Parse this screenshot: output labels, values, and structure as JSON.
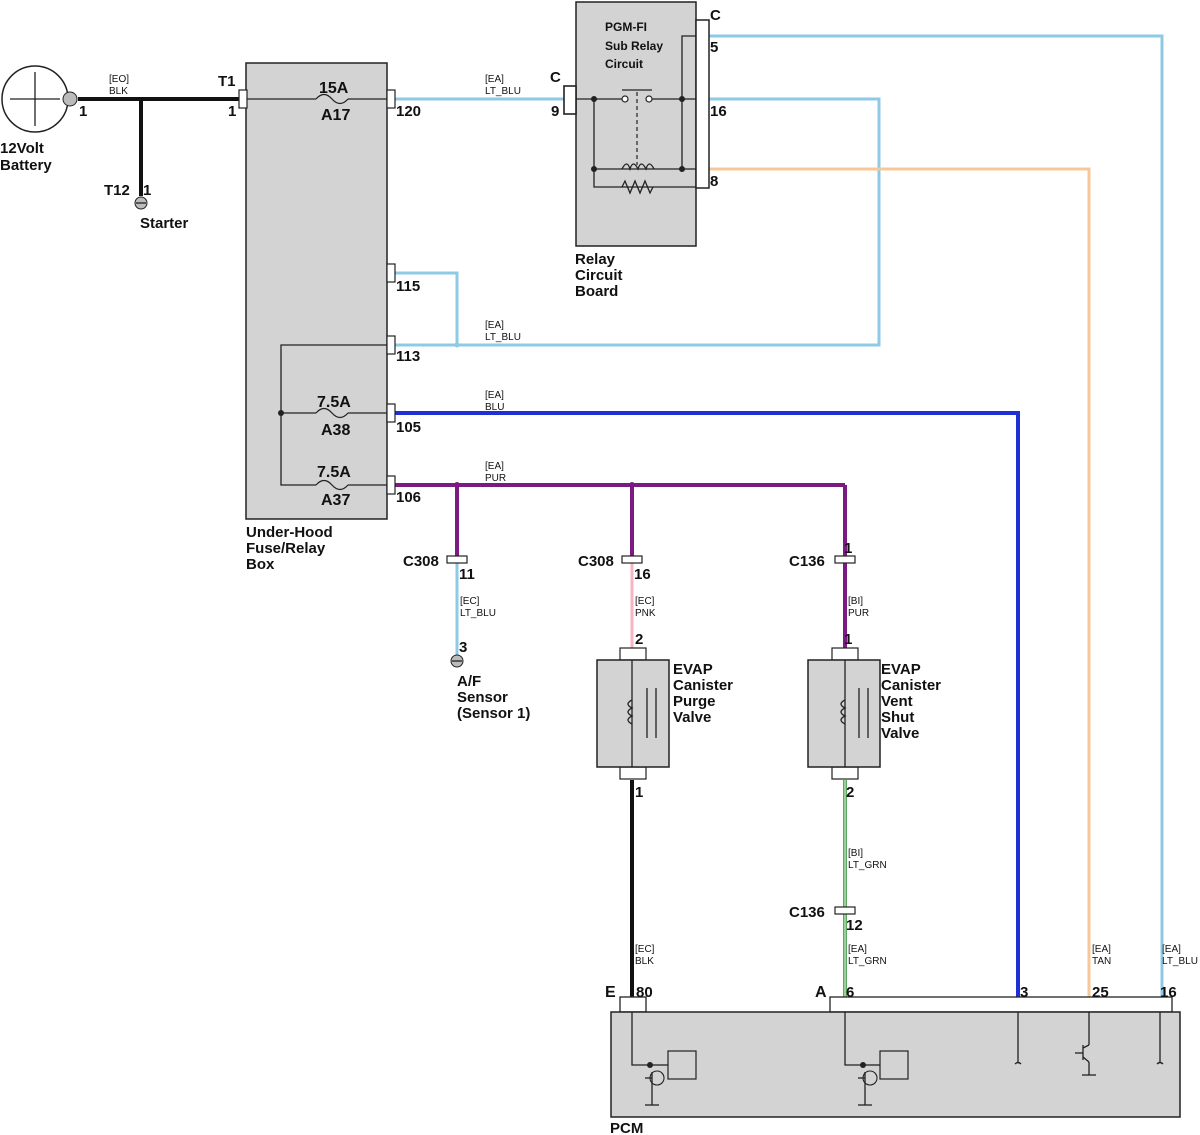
{
  "colors": {
    "blk": "#111111",
    "lt_blu": "#8ecae6",
    "blu": "#1f2fd6",
    "pur": "#7a1a82",
    "pnk": "#f4b6c2",
    "tan": "#f7c79a",
    "lt_grn": "#5fa85f",
    "box_fill": "#d3d3d3"
  },
  "battery": {
    "name_line1": "12Volt",
    "name_line2": "Battery",
    "pin": "1"
  },
  "starter": {
    "connector": "T12",
    "pin": "1",
    "name": "Starter"
  },
  "wire_eo_blk": {
    "harness": "[EO]",
    "color": "BLK"
  },
  "fuse_box": {
    "name_line1": "Under-Hood",
    "name_line2": "Fuse/Relay",
    "name_line3": "Box",
    "connector_t1": "T1",
    "pin_t1": "1",
    "fuses": [
      {
        "rating": "15A",
        "id": "A17"
      },
      {
        "rating": "7.5A",
        "id": "A38"
      },
      {
        "rating": "7.5A",
        "id": "A37"
      }
    ],
    "pins": [
      "120",
      "115",
      "113",
      "105",
      "106"
    ]
  },
  "relay_board": {
    "title_line1": "PGM-FI",
    "title_line2": "Sub Relay",
    "title_line3": "Circuit",
    "name_line1": "Relay",
    "name_line2": "Circuit",
    "name_line3": "Board",
    "connector_left": "C",
    "connector_right": "C",
    "pins": {
      "left": "9",
      "top_right": "5",
      "mid_right": "16",
      "low_right": "8"
    }
  },
  "wires": {
    "w120": {
      "harness": "[EA]",
      "color": "LT_BLU"
    },
    "w113": {
      "harness": "[EA]",
      "color": "LT_BLU"
    },
    "w105": {
      "harness": "[EA]",
      "color": "BLU"
    },
    "w106": {
      "harness": "[EA]",
      "color": "PUR"
    },
    "af": {
      "harness": "[EC]",
      "color": "LT_BLU"
    },
    "purge_in": {
      "harness": "[EC]",
      "color": "PNK"
    },
    "vent_in": {
      "harness": "[BI]",
      "color": "PUR"
    },
    "vent_out": {
      "harness": "[BI]",
      "color": "LT_GRN"
    },
    "pcm_a6": {
      "harness": "[EA]",
      "color": "LT_GRN"
    },
    "pcm_e80": {
      "harness": "[EC]",
      "color": "BLK"
    },
    "tan": {
      "harness": "[EA]",
      "color": "TAN"
    },
    "ltblu16": {
      "harness": "[EA]",
      "color": "LT_BLU"
    }
  },
  "connectors": {
    "c308a": {
      "name": "C308",
      "pin": "11"
    },
    "c308b": {
      "name": "C308",
      "pin": "16"
    },
    "c136a": {
      "name": "C136",
      "pin": "1"
    },
    "c136b": {
      "name": "C136",
      "pin": "12"
    }
  },
  "af_sensor": {
    "pin": "3",
    "line1": "A/F",
    "line2": "Sensor",
    "line3": "(Sensor 1)"
  },
  "purge_valve": {
    "line1": "EVAP",
    "line2": "Canister",
    "line3": "Purge",
    "line4": "Valve",
    "pin_in": "2",
    "pin_out": "1"
  },
  "vent_valve": {
    "line1": "EVAP",
    "line2": "Canister",
    "line3": "Vent",
    "line4": "Shut",
    "line5": "Valve",
    "pin_in": "1",
    "pin_out": "2"
  },
  "pcm": {
    "name": "PCM",
    "connector_e": "E",
    "connector_a": "A",
    "pins": {
      "e80": "80",
      "a6": "6",
      "p3": "3",
      "p25": "25",
      "p16": "16"
    }
  }
}
